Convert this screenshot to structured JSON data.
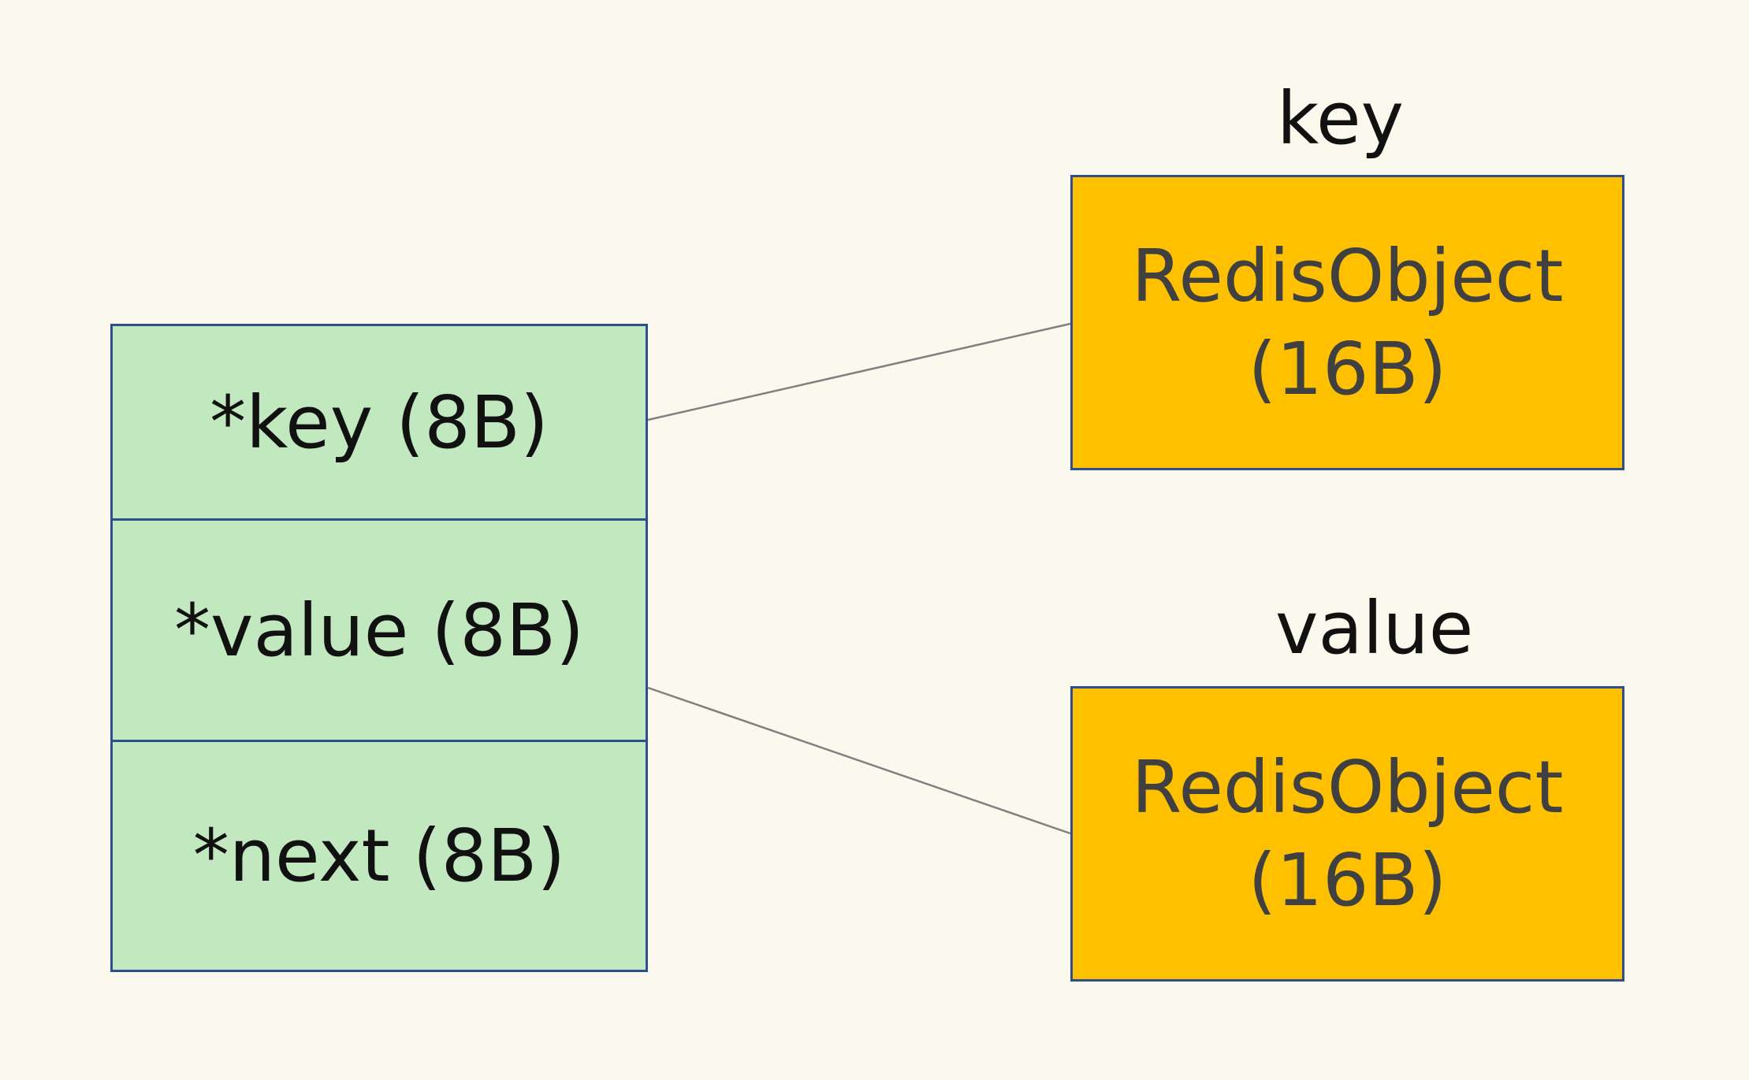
{
  "entry": {
    "fields": [
      {
        "label": "*key (8B)"
      },
      {
        "label": "*value (8B)"
      },
      {
        "label": "*next (8B)"
      }
    ]
  },
  "objects": [
    {
      "caption": "key",
      "name": "RedisObject",
      "size": "(16B)"
    },
    {
      "caption": "value",
      "name": "RedisObject",
      "size": "(16B)"
    }
  ],
  "colors": {
    "background": "#fbf9ee",
    "entry_fill": "#c2e8bf",
    "object_fill": "#ffc000",
    "border": "#2f4f8c",
    "connector": "#808080"
  }
}
